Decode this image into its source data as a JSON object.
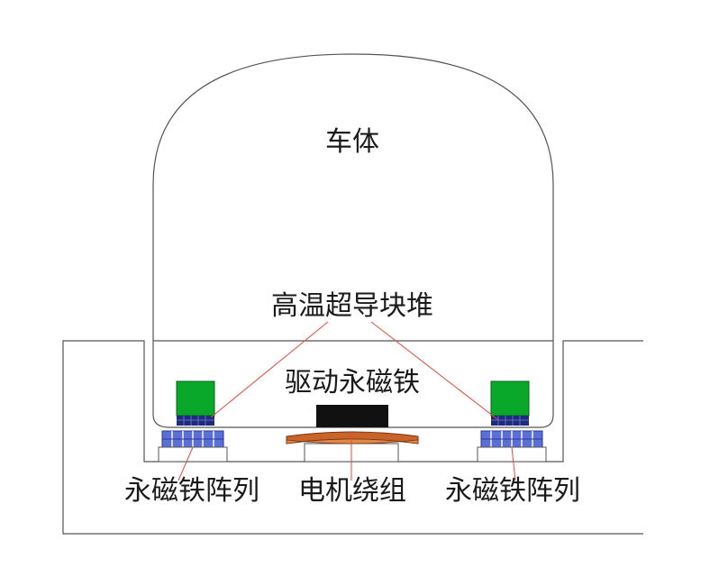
{
  "labels": {
    "car_body": "车体",
    "hts_stack": "高温超导块堆",
    "drive_magnet": "驱动永磁铁",
    "pm_array_left": "永磁铁阵列",
    "motor_winding": "电机绕组",
    "pm_array_right": "永磁铁阵列"
  },
  "colors": {
    "outline": "#555555",
    "hts_green": "#0aa82a",
    "hts_base": "#1f2a7a",
    "pm_array": "#5b6fd6",
    "drive_magnet": "#111111",
    "winding": "#c8642a",
    "leader_line": "#e8483e"
  }
}
